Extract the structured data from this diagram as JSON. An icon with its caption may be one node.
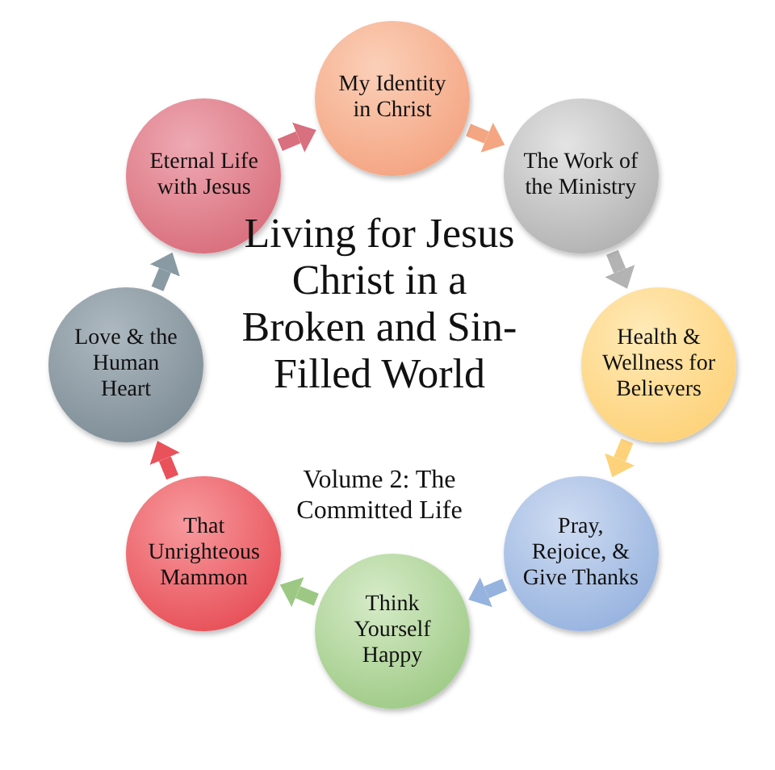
{
  "diagram": {
    "title": "Living for Jesus Christ in a Broken and Sin-Filled World",
    "nodes": [
      {
        "text": [
          "My Identity in Christ"
        ]
      },
      {
        "text": [
          "The Work of the Ministry"
        ]
      },
      {
        "text": [
          "Health & Wellness for Believers"
        ]
      },
      {
        "text": [
          "Pray, Rejoice, & Give Thanks"
        ]
      },
      {
        "text": [
          "Think Yourself Happy"
        ]
      },
      {
        "text": [
          "That Unrighteous Mammon"
        ]
      },
      {
        "text": [
          "Love & the Human Heart"
        ]
      },
      {
        "text": [
          "Eternal Life with Jesus"
        ]
      }
    ],
    "edges": [
      {
        "from": 0,
        "to": 1,
        "arrow": "to",
        "color": "#f4a582"
      },
      {
        "from": 1,
        "to": 2,
        "arrow": "to",
        "color": "#b3b3b3"
      },
      {
        "from": 2,
        "to": 3,
        "arrow": "to",
        "color": "#fdd27a"
      },
      {
        "from": 3,
        "to": 4,
        "arrow": "to",
        "color": "#95b3de"
      },
      {
        "from": 4,
        "to": 5,
        "arrow": "to",
        "color": "#9cc883"
      },
      {
        "from": 5,
        "to": 6,
        "arrow": "to",
        "color": "#e9525a"
      },
      {
        "from": 6,
        "to": 7,
        "arrow": "to",
        "color": "#8a9aa3"
      },
      {
        "from": 7,
        "to": 0,
        "arrow": "to",
        "color": "#d9707f"
      }
    ],
    "labels": [
      "Volume 2: The Committed Life"
    ]
  }
}
